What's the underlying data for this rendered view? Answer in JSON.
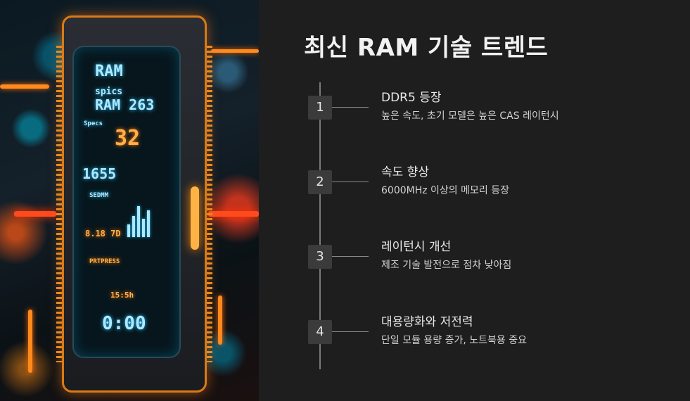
{
  "title": "최신 RAM 기술 트렌드",
  "illustration": {
    "screen_texts": [
      "RAM",
      "spics",
      "RAM 263",
      "Specs",
      "32",
      "1655",
      "SEDMM",
      "8.18 7D",
      "PRTPRESS",
      "15:5h",
      "0:00"
    ]
  },
  "steps": [
    {
      "number": "1",
      "heading": "DDR5 등장",
      "description": "높은 속도, 초기 모델은 높은 CAS 레이턴시"
    },
    {
      "number": "2",
      "heading": "속도 향상",
      "description": "6000MHz 이상의 메모리 등장"
    },
    {
      "number": "3",
      "heading": "레이턴시 개선",
      "description": "제조 기술 발전으로 점차 낮아짐"
    },
    {
      "number": "4",
      "heading": "대용량화와 저전력",
      "description": "단일 모듈 용량 증가, 노트북용 중요"
    }
  ]
}
